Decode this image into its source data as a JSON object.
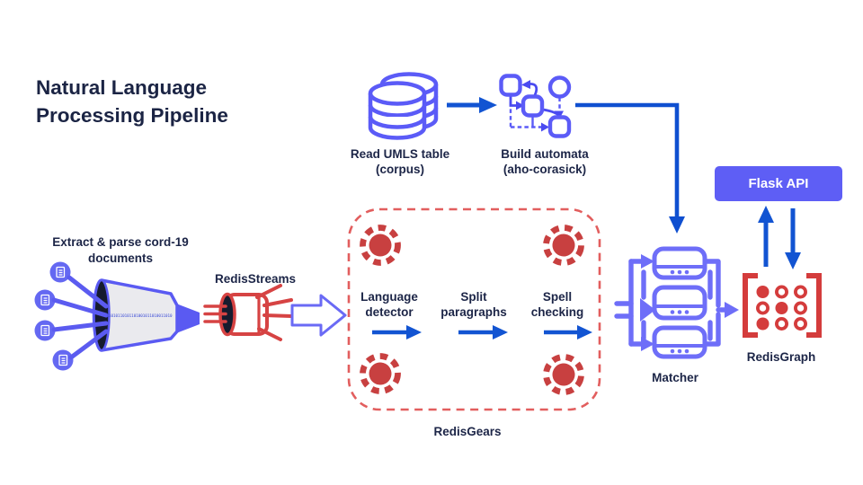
{
  "title": "Natural Language\nProcessing Pipeline",
  "colors": {
    "navy_text": "#1c2547",
    "icon_purple": "#5b5bf7",
    "arrow_blue": "#1254d2",
    "redis_red": "#c84040",
    "dashed_box_red": "#e25e5e",
    "flask_button_bg": "#5e5ef5",
    "funnel_body": "#eaeaee",
    "funnel_mouth_dark": "#161b2e"
  },
  "nodes": {
    "corpus": {
      "label": "Read UMLS table\n(corpus)",
      "icon": "database-stack-icon"
    },
    "automata": {
      "label": "Build automata\n(aho-corasick)",
      "icon": "automata-graph-icon"
    },
    "flask_api": {
      "label": "Flask API",
      "icon": "none"
    },
    "extract": {
      "label": "Extract & parse cord-19\ndocuments",
      "icon": "documents-funnel-icon"
    },
    "redis_streams": {
      "label": "RedisStreams",
      "icon": "cable-plug-icon"
    },
    "redis_gears": {
      "label": "RedisGears",
      "icon": "gear-icon",
      "steps": [
        {
          "label": "Language\ndetector"
        },
        {
          "label": "Split\nparagraphs"
        },
        {
          "label": "Spell\nchecking"
        }
      ]
    },
    "matcher": {
      "label": "Matcher",
      "icon": "server-stack-flow-icon"
    },
    "redis_graph": {
      "label": "RedisGraph",
      "icon": "bracket-matrix-icon"
    },
    "funnel_text": "11010110101101001011010011010"
  }
}
